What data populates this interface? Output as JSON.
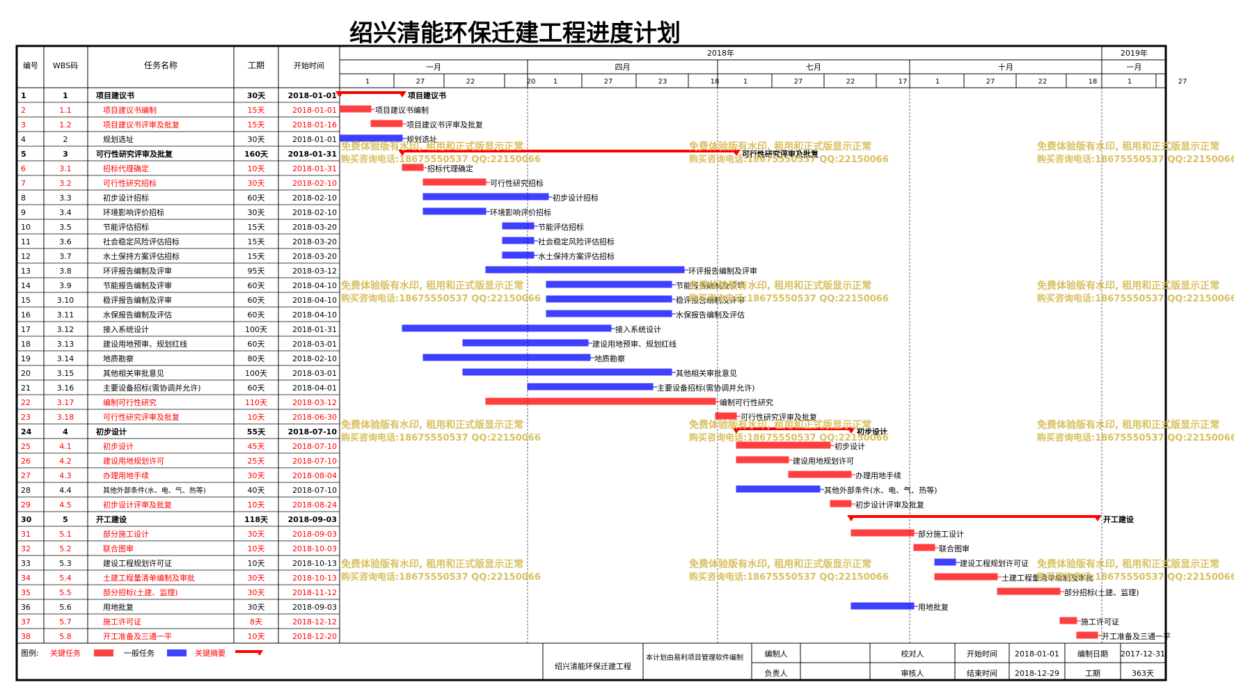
{
  "title": "绍兴清能环保迁建工程进度计划",
  "header": {
    "no": "编号",
    "wbs": "WBS码",
    "name": "任务名称",
    "dur": "工期",
    "start": "开始时间",
    "year1": "2018年",
    "year2": "2019年",
    "months": [
      "一月",
      "四月",
      "七月",
      "十月",
      "一月"
    ],
    "days": [
      "1",
      "27",
      "22",
      "20",
      "1",
      "27",
      "23",
      "18",
      "1",
      "27",
      "22",
      "17",
      "1",
      "27",
      "22",
      "18",
      "1",
      "27"
    ]
  },
  "colors": {
    "critical": "#ff0000",
    "normal": "#0000ff",
    "summary": "#ff0000",
    "watermark": "#d8c060"
  },
  "watermark": {
    "line1": "免费体验版有水印, 租用和正式版显示正常",
    "line2": "购买咨询电话:18675550537 QQ:22150066"
  },
  "legend": {
    "label": "图例:",
    "critical": "关键任务",
    "normal": "一般任务",
    "summary": "关键摘要"
  },
  "footer": {
    "project": "绍兴清能环保迁建工程",
    "software": "本计划由易利项目管理软件编制",
    "maker": "编制人",
    "checker": "校对人",
    "owner": "负责人",
    "auditor": "审核人",
    "start_label": "开始时间",
    "start_val": "2018-01-01",
    "edit_label": "编制日期",
    "edit_val": "2017-12-31",
    "end_label": "结束时间",
    "end_val": "2018-12-29",
    "dur_label": "工期",
    "dur_val": "363天"
  },
  "chart_data": {
    "type": "gantt",
    "x_range": [
      "2018-01-01",
      "2019-01-31"
    ],
    "tasks": [
      {
        "no": "1",
        "wbs": "1",
        "name": "项目建议书",
        "dur": "30天",
        "start": "2018-01-01",
        "days": 30,
        "kind": "summary"
      },
      {
        "no": "2",
        "wbs": "1.1",
        "name": "项目建议书编制",
        "dur": "15天",
        "start": "2018-01-01",
        "days": 15,
        "kind": "critical"
      },
      {
        "no": "3",
        "wbs": "1.2",
        "name": "项目建议书评审及批复",
        "dur": "15天",
        "start": "2018-01-16",
        "days": 15,
        "kind": "critical"
      },
      {
        "no": "4",
        "wbs": "2",
        "name": "规划选址",
        "dur": "30天",
        "start": "2018-01-01",
        "days": 30,
        "kind": "normal"
      },
      {
        "no": "5",
        "wbs": "3",
        "name": "可行性研究评审及批复",
        "dur": "160天",
        "start": "2018-01-31",
        "days": 160,
        "kind": "summary"
      },
      {
        "no": "6",
        "wbs": "3.1",
        "name": "招标代理确定",
        "dur": "10天",
        "start": "2018-01-31",
        "days": 10,
        "kind": "critical"
      },
      {
        "no": "7",
        "wbs": "3.2",
        "name": "可行性研究招标",
        "dur": "30天",
        "start": "2018-02-10",
        "days": 30,
        "kind": "critical"
      },
      {
        "no": "8",
        "wbs": "3.3",
        "name": "初步设计招标",
        "dur": "60天",
        "start": "2018-02-10",
        "days": 60,
        "kind": "normal"
      },
      {
        "no": "9",
        "wbs": "3.4",
        "name": "环境影响评价招标",
        "dur": "30天",
        "start": "2018-02-10",
        "days": 30,
        "kind": "normal"
      },
      {
        "no": "10",
        "wbs": "3.5",
        "name": "节能评估招标",
        "dur": "15天",
        "start": "2018-03-20",
        "days": 15,
        "kind": "normal"
      },
      {
        "no": "11",
        "wbs": "3.6",
        "name": "社会稳定风险评估招标",
        "dur": "15天",
        "start": "2018-03-20",
        "days": 15,
        "kind": "normal"
      },
      {
        "no": "12",
        "wbs": "3.7",
        "name": "水土保持方案评估招标",
        "dur": "15天",
        "start": "2018-03-20",
        "days": 15,
        "kind": "normal"
      },
      {
        "no": "13",
        "wbs": "3.8",
        "name": "环评报告编制及评审",
        "dur": "95天",
        "start": "2018-03-12",
        "days": 95,
        "kind": "normal"
      },
      {
        "no": "14",
        "wbs": "3.9",
        "name": "节能报告编制及评审",
        "dur": "60天",
        "start": "2018-04-10",
        "days": 60,
        "kind": "normal"
      },
      {
        "no": "15",
        "wbs": "3.10",
        "name": "稳评报告编制及评审",
        "dur": "60天",
        "start": "2018-04-10",
        "days": 60,
        "kind": "normal"
      },
      {
        "no": "16",
        "wbs": "3.11",
        "name": "水保报告编制及评估",
        "dur": "60天",
        "start": "2018-04-10",
        "days": 60,
        "kind": "normal"
      },
      {
        "no": "17",
        "wbs": "3.12",
        "name": "接入系统设计",
        "dur": "100天",
        "start": "2018-01-31",
        "days": 100,
        "kind": "normal"
      },
      {
        "no": "18",
        "wbs": "3.13",
        "name": "建设用地预审、规划红线",
        "dur": "60天",
        "start": "2018-03-01",
        "days": 60,
        "kind": "normal"
      },
      {
        "no": "19",
        "wbs": "3.14",
        "name": "地质勘察",
        "dur": "80天",
        "start": "2018-02-10",
        "days": 80,
        "kind": "normal"
      },
      {
        "no": "20",
        "wbs": "3.15",
        "name": "其他相关审批意见",
        "dur": "100天",
        "start": "2018-03-01",
        "days": 100,
        "kind": "normal"
      },
      {
        "no": "21",
        "wbs": "3.16",
        "name": "主要设备招标(需协调并允许)",
        "dur": "60天",
        "start": "2018-04-01",
        "days": 60,
        "kind": "normal"
      },
      {
        "no": "22",
        "wbs": "3.17",
        "name": "编制可行性研究",
        "dur": "110天",
        "start": "2018-03-12",
        "days": 110,
        "kind": "critical"
      },
      {
        "no": "23",
        "wbs": "3.18",
        "name": "可行性研究评审及批复",
        "dur": "10天",
        "start": "2018-06-30",
        "days": 10,
        "kind": "critical"
      },
      {
        "no": "24",
        "wbs": "4",
        "name": "初步设计",
        "dur": "55天",
        "start": "2018-07-10",
        "days": 55,
        "kind": "summary"
      },
      {
        "no": "25",
        "wbs": "4.1",
        "name": "初步设计",
        "dur": "45天",
        "start": "2018-07-10",
        "days": 45,
        "kind": "critical"
      },
      {
        "no": "26",
        "wbs": "4.2",
        "name": "建设用地规划许可",
        "dur": "25天",
        "start": "2018-07-10",
        "days": 25,
        "kind": "critical"
      },
      {
        "no": "27",
        "wbs": "4.3",
        "name": "办理用地手续",
        "dur": "30天",
        "start": "2018-08-04",
        "days": 30,
        "kind": "critical"
      },
      {
        "no": "28",
        "wbs": "4.4",
        "name": "其他外部条件(水、电、气、热等)",
        "dur": "40天",
        "start": "2018-07-10",
        "days": 40,
        "kind": "normal"
      },
      {
        "no": "29",
        "wbs": "4.5",
        "name": "初步设计评审及批复",
        "dur": "10天",
        "start": "2018-08-24",
        "days": 10,
        "kind": "critical"
      },
      {
        "no": "30",
        "wbs": "5",
        "name": "开工建设",
        "dur": "118天",
        "start": "2018-09-03",
        "days": 118,
        "kind": "summary"
      },
      {
        "no": "31",
        "wbs": "5.1",
        "name": "部分施工设计",
        "dur": "30天",
        "start": "2018-09-03",
        "days": 30,
        "kind": "critical"
      },
      {
        "no": "32",
        "wbs": "5.2",
        "name": "联合图审",
        "dur": "10天",
        "start": "2018-10-03",
        "days": 10,
        "kind": "critical"
      },
      {
        "no": "33",
        "wbs": "5.3",
        "name": "建设工程规划许可证",
        "dur": "10天",
        "start": "2018-10-13",
        "days": 10,
        "kind": "normal"
      },
      {
        "no": "34",
        "wbs": "5.4",
        "name": "土建工程量清单编制及审批",
        "dur": "30天",
        "start": "2018-10-13",
        "days": 30,
        "kind": "critical"
      },
      {
        "no": "35",
        "wbs": "5.5",
        "name": "部分招标(土建、监理)",
        "dur": "30天",
        "start": "2018-11-12",
        "days": 30,
        "kind": "critical"
      },
      {
        "no": "36",
        "wbs": "5.6",
        "name": "用地批复",
        "dur": "30天",
        "start": "2018-09-03",
        "days": 30,
        "kind": "normal"
      },
      {
        "no": "37",
        "wbs": "5.7",
        "name": "施工许可证",
        "dur": "8天",
        "start": "2018-12-12",
        "days": 8,
        "kind": "critical"
      },
      {
        "no": "38",
        "wbs": "5.8",
        "name": "开工准备及三通一平",
        "dur": "10天",
        "start": "2018-12-20",
        "days": 10,
        "kind": "critical"
      }
    ]
  }
}
